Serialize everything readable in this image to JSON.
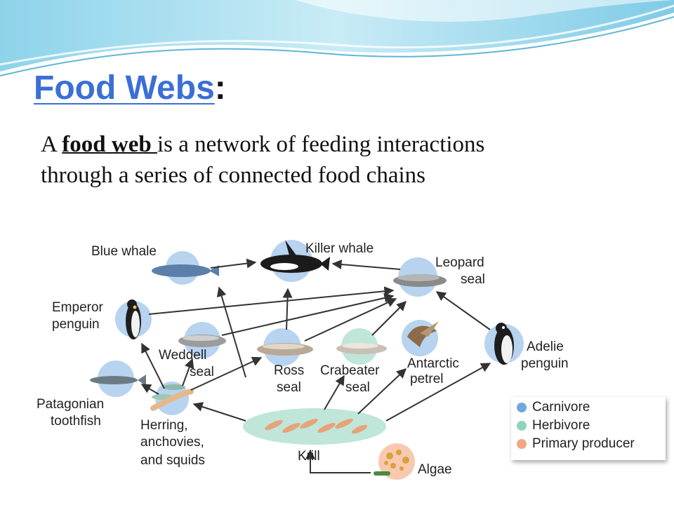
{
  "slide": {
    "title": "Food Webs",
    "title_colon": ":",
    "definition": {
      "prefix": "A ",
      "term": "food web ",
      "line1_rest": "is a network of feeding interactions",
      "line2": "through a series of connected food chains"
    }
  },
  "diagram": {
    "organisms": {
      "blue_whale": "Blue whale",
      "killer_whale": "Killer whale",
      "leopard_seal_1": "Leopard",
      "leopard_seal_2": "seal",
      "emperor_penguin_1": "Emperor",
      "emperor_penguin_2": "penguin",
      "weddell_seal_1": "Weddell",
      "weddell_seal_2": "seal",
      "ross_seal_1": "Ross",
      "ross_seal_2": "seal",
      "crabeater_seal_1": "Crabeater",
      "crabeater_seal_2": "seal",
      "antarctic_petrel_1": "Antarctic",
      "antarctic_petrel_2": "petrel",
      "adelie_penguin_1": "Adelie",
      "adelie_penguin_2": "penguin",
      "patagonian_toothfish_1": "Patagonian",
      "patagonian_toothfish_2": "toothfish",
      "herring_1": "Herring,",
      "herring_2": "anchovies,",
      "herring_3": "and squids",
      "krill": "Krill",
      "algae": "Algae"
    },
    "legend": [
      {
        "label": "Carnivore",
        "color": "#6fa8dc"
      },
      {
        "label": "Herbivore",
        "color": "#8fd3bf"
      },
      {
        "label": "Primary producer",
        "color": "#f4a582"
      }
    ],
    "colors": {
      "title": "#3b6fd6",
      "carnivore_disc": "#b7d3ef",
      "herbivore_disc": "#bfe6d8",
      "producer_disc": "#f8c9b0",
      "arrow": "#333333"
    }
  }
}
